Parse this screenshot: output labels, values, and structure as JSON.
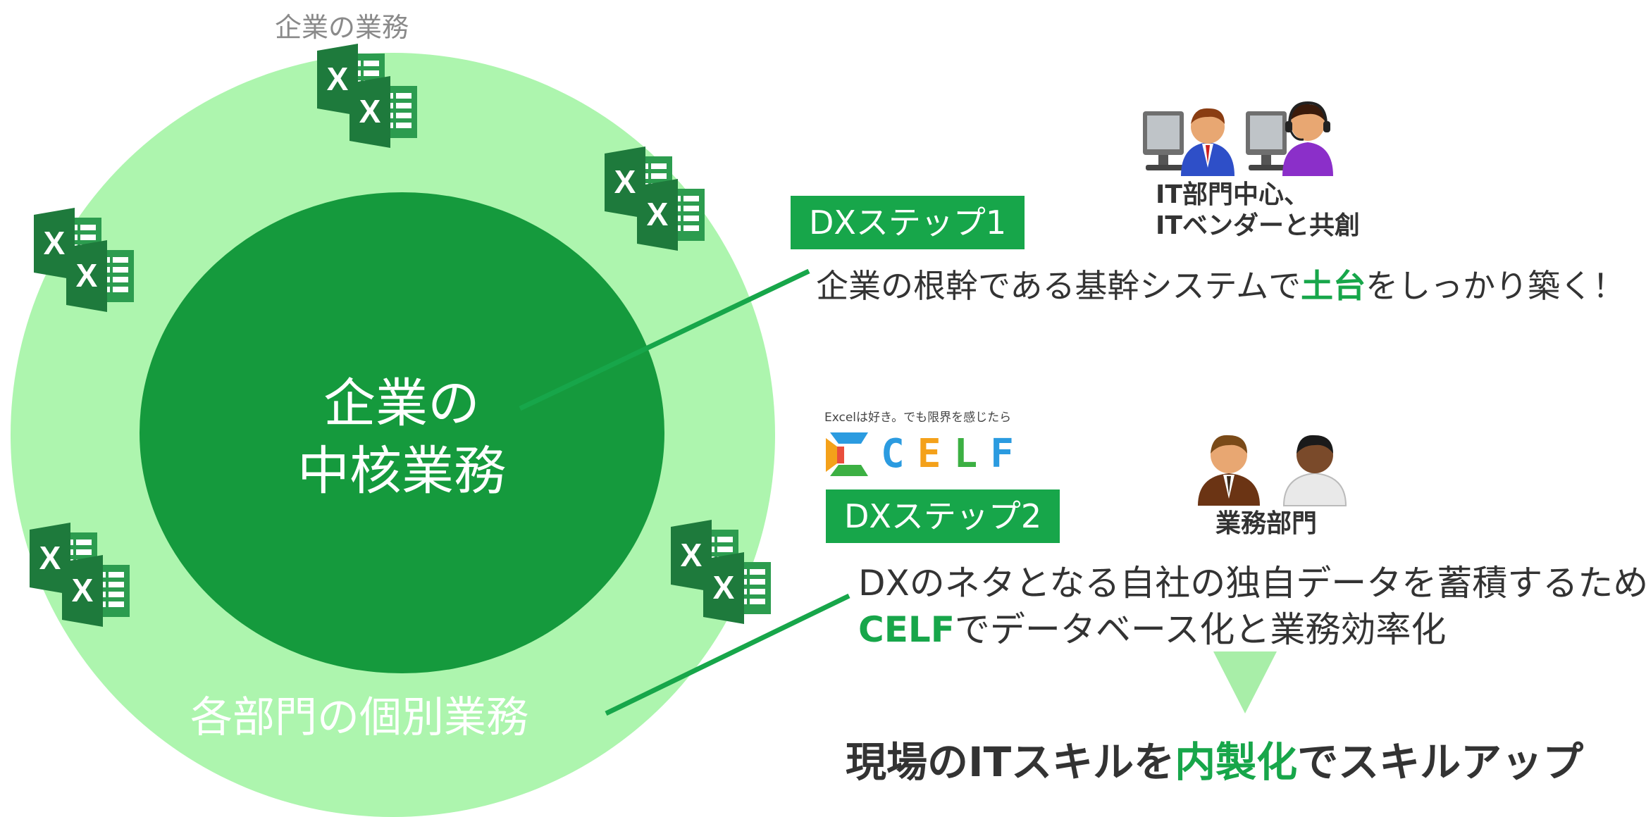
{
  "diagram": {
    "top_label": "企業の業務",
    "center_label_line1": "企業の",
    "center_label_line2": "中核業務",
    "outer_label": "各部門の個別業務",
    "step1": {
      "badge": "DXステップ1",
      "text_before": "企業の根幹である基幹システムで",
      "text_highlight": "土台",
      "text_after": "をしっかり築く！"
    },
    "it_group": {
      "label_line1": "IT部門中心、",
      "label_line2": "ITベンダーと共創"
    },
    "celf": {
      "tagline": "Excelは好き。でも限界を感じたら",
      "logo_letters": [
        "C",
        "E",
        "L",
        "F"
      ],
      "logo_colors": [
        "#2b9be0",
        "#f4a11a",
        "#3cb043",
        "#2b9be0"
      ]
    },
    "step2": {
      "badge": "DXステップ2",
      "line1": "DXのネタとなる自社の独自データを蓄積するために",
      "line2_highlight": "CELF",
      "line2_rest": "でデータベース化と業務効率化"
    },
    "business_group": {
      "label": "業務部門"
    },
    "conclusion": {
      "before": "現場のITスキルを",
      "highlight": "内製化",
      "after": "でスキルアップ"
    },
    "colors": {
      "outer_circle": "#adf5ae",
      "inner_circle": "#159a3d",
      "accent_green": "#17a64a",
      "arrow": "#a8eea8",
      "excel_dark": "#1e7a3c",
      "excel_light": "#2c9c4f"
    },
    "icons": [
      "excel-icon",
      "it-staff-icon",
      "business-staff-icon",
      "celf-logo-icon",
      "down-arrow-icon"
    ]
  }
}
